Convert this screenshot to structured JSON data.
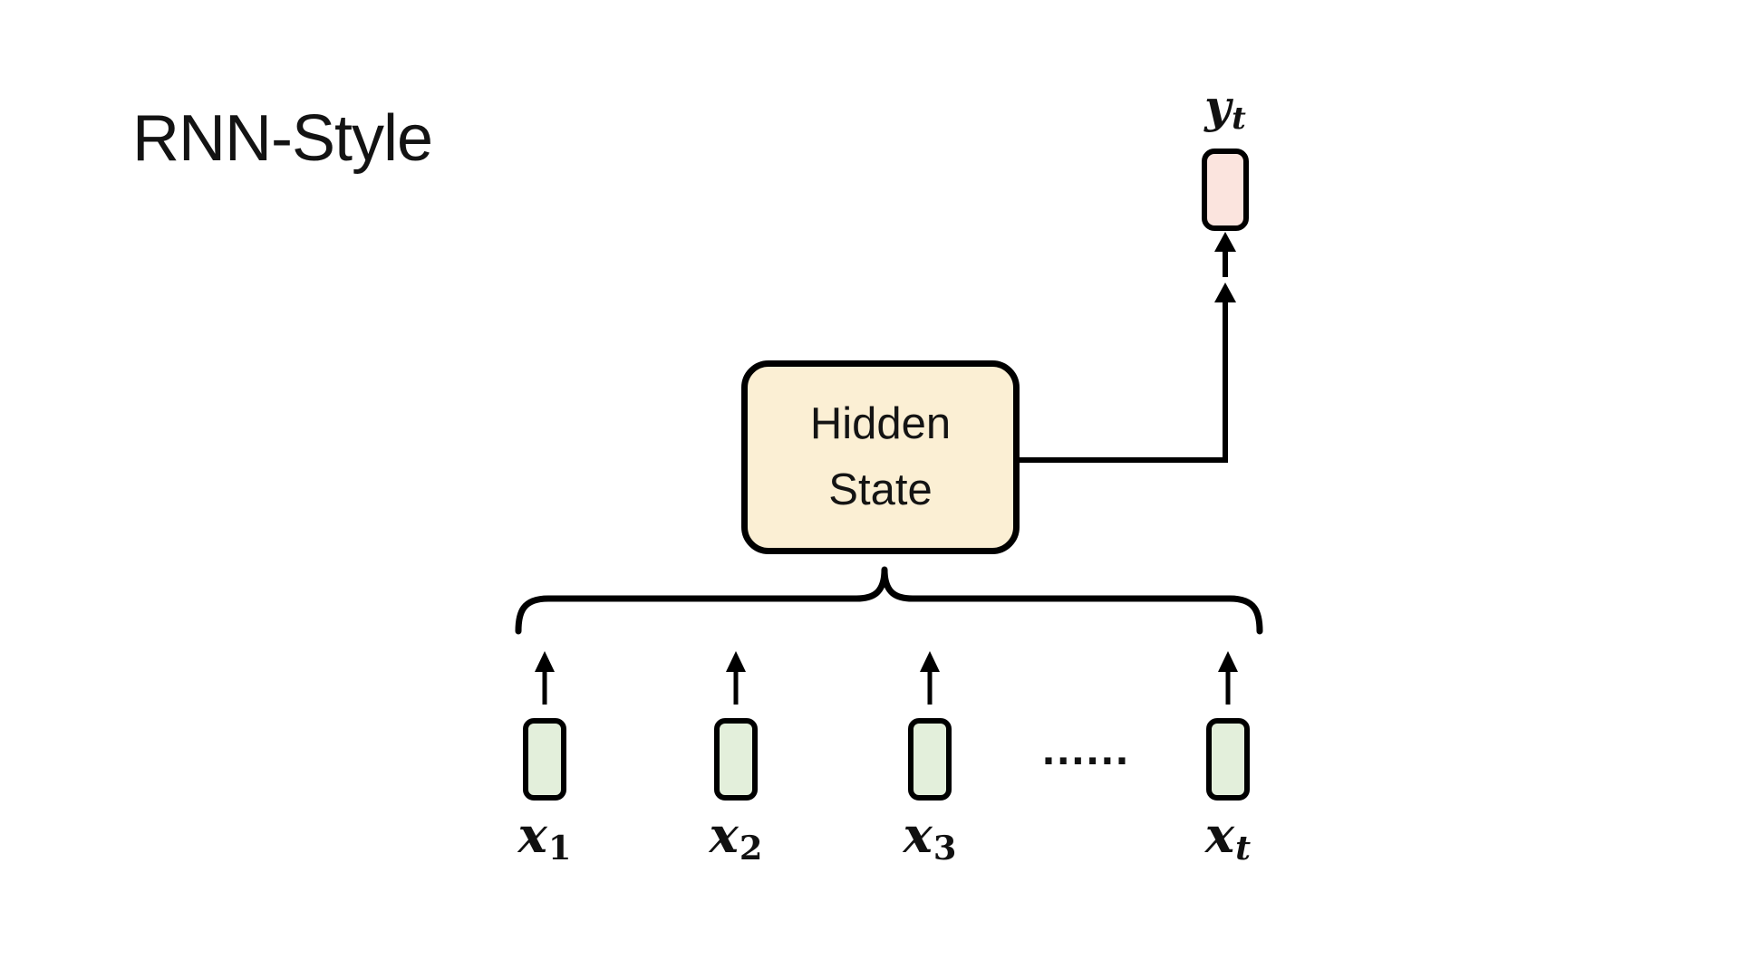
{
  "title": "RNN-Style",
  "hidden_state": {
    "line1": "Hidden",
    "line2": "State",
    "fill": "#FBEFD4"
  },
  "output": {
    "label_main": "y",
    "label_sub": "t",
    "fill": "#FBE4DE"
  },
  "inputs": [
    {
      "label_main": "x",
      "label_sub": "1",
      "fill": "#E3EFDB"
    },
    {
      "label_main": "x",
      "label_sub": "2",
      "fill": "#E3EFDB"
    },
    {
      "label_main": "x",
      "label_sub": "3",
      "fill": "#E3EFDB"
    },
    {
      "label_main": "x",
      "label_sub": "t",
      "fill": "#E3EFDB"
    }
  ],
  "ellipsis": "······",
  "colors": {
    "background": "#FFFFFF",
    "stroke": "#000000",
    "text": "#131313"
  }
}
